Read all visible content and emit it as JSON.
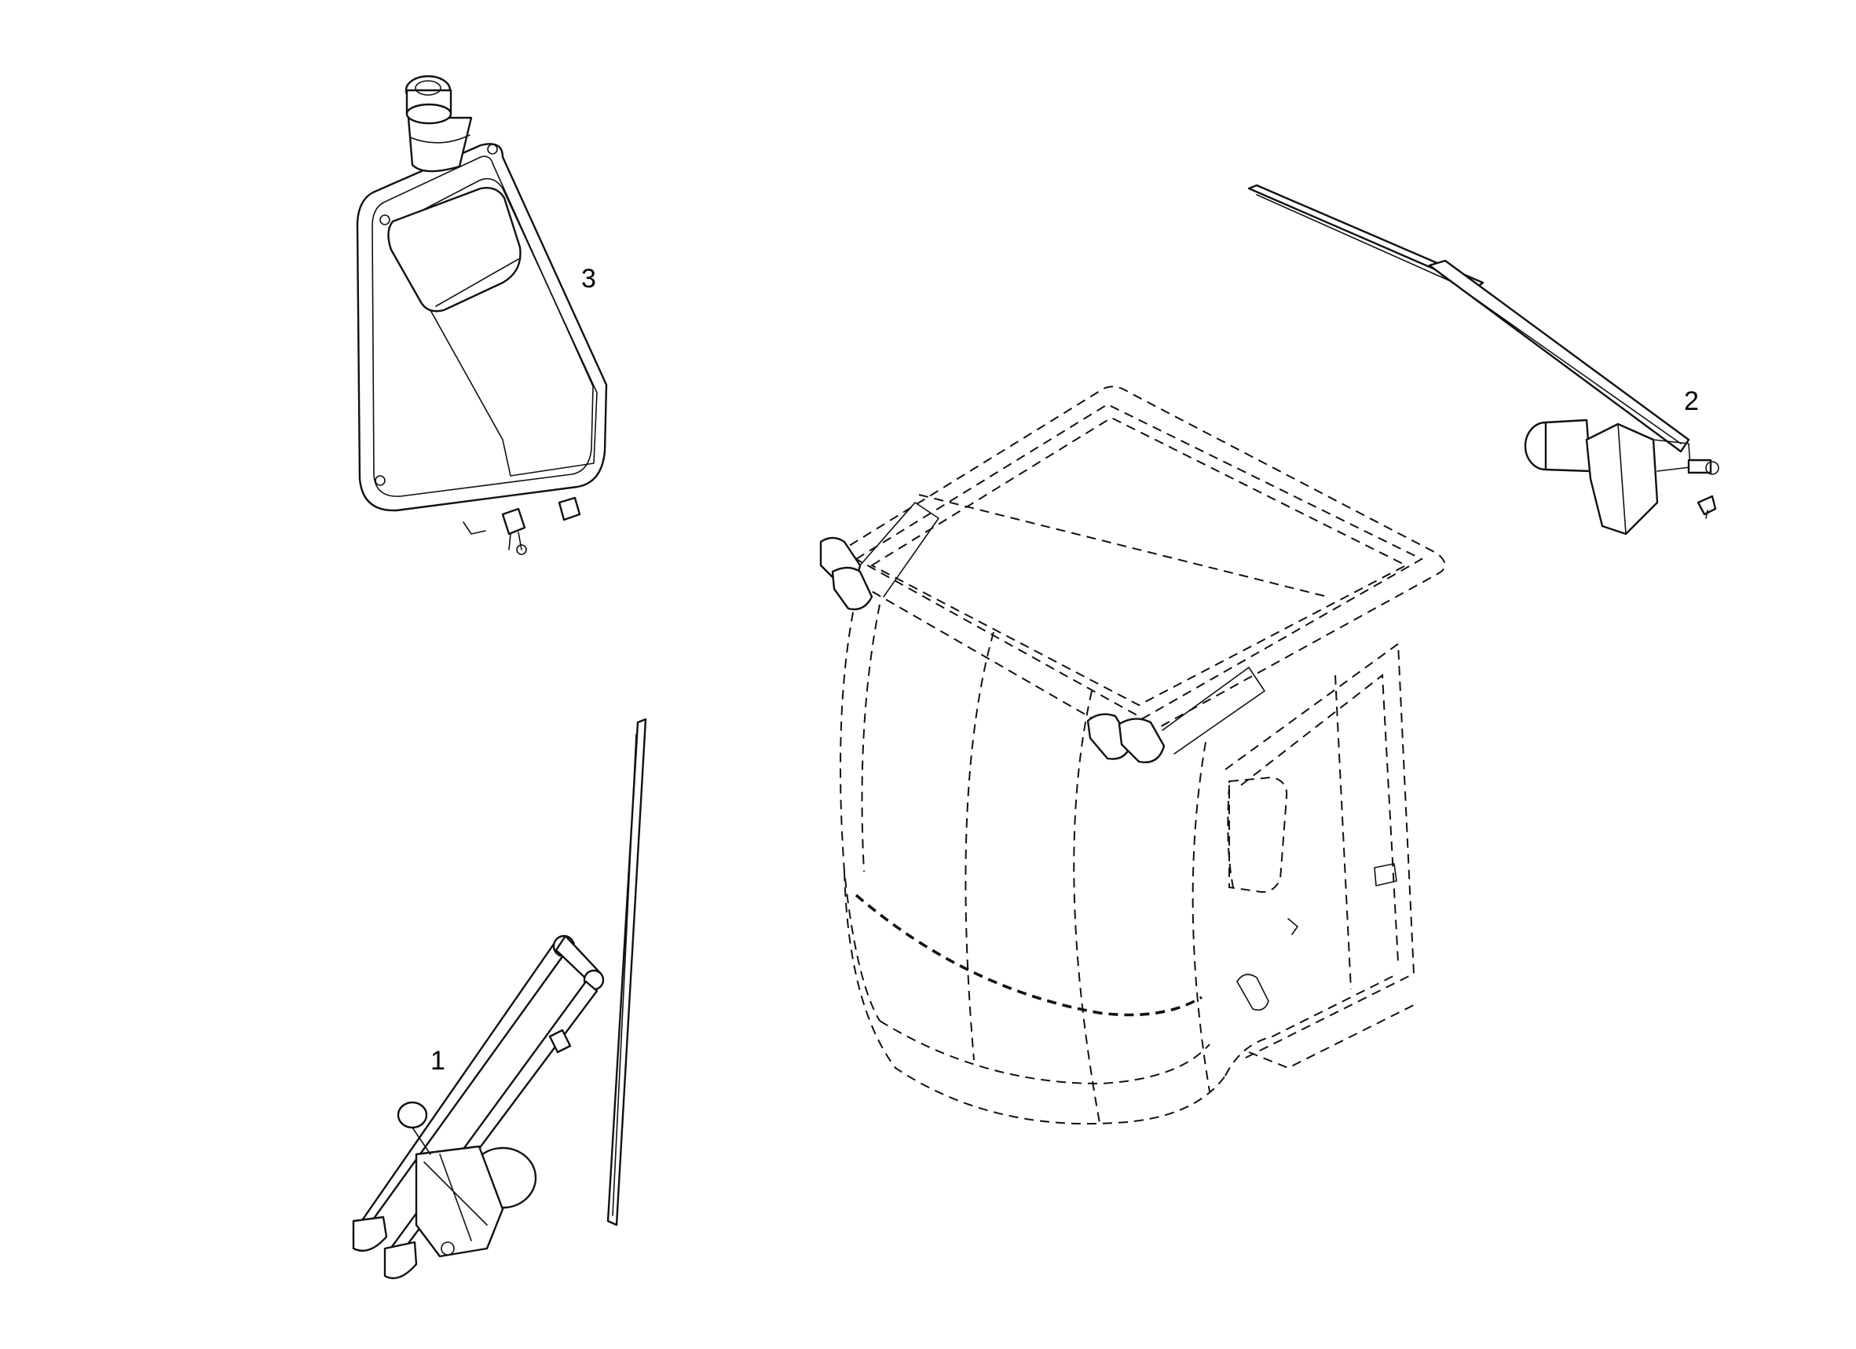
{
  "callouts": [
    {
      "id": "1",
      "text": "1"
    },
    {
      "id": "2",
      "text": "2"
    },
    {
      "id": "3",
      "text": "3"
    }
  ],
  "parts": [
    {
      "id": "front-wiper-assembly",
      "icon": "wiper-motor-arm-blade-icon"
    },
    {
      "id": "rear-wiper-assembly",
      "icon": "wiper-motor-arm-blade-icon"
    },
    {
      "id": "washer-reservoir",
      "icon": "washer-tank-icon"
    },
    {
      "id": "cab-reference",
      "icon": "cab-outline-icon"
    }
  ],
  "colors": {
    "line": "#111111",
    "background": "#ffffff"
  }
}
